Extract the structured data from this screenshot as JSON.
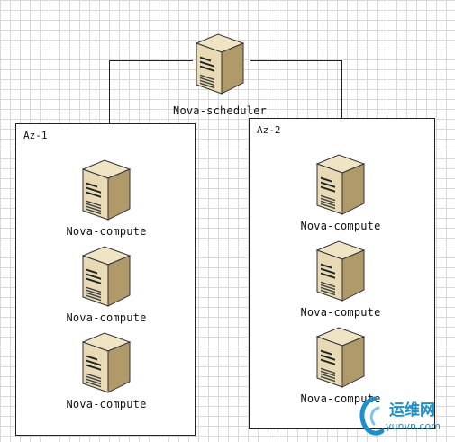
{
  "scheduler": {
    "label": "Nova-scheduler"
  },
  "zones": [
    {
      "label": "Az-1",
      "nodes": [
        "Nova-compute",
        "Nova-compute",
        "Nova-compute"
      ]
    },
    {
      "label": "Az-2",
      "nodes": [
        "Nova-compute",
        "Nova-compute",
        "Nova-compute"
      ]
    }
  ],
  "watermark": {
    "text": "运维网",
    "subtext": "yunvn.com"
  }
}
